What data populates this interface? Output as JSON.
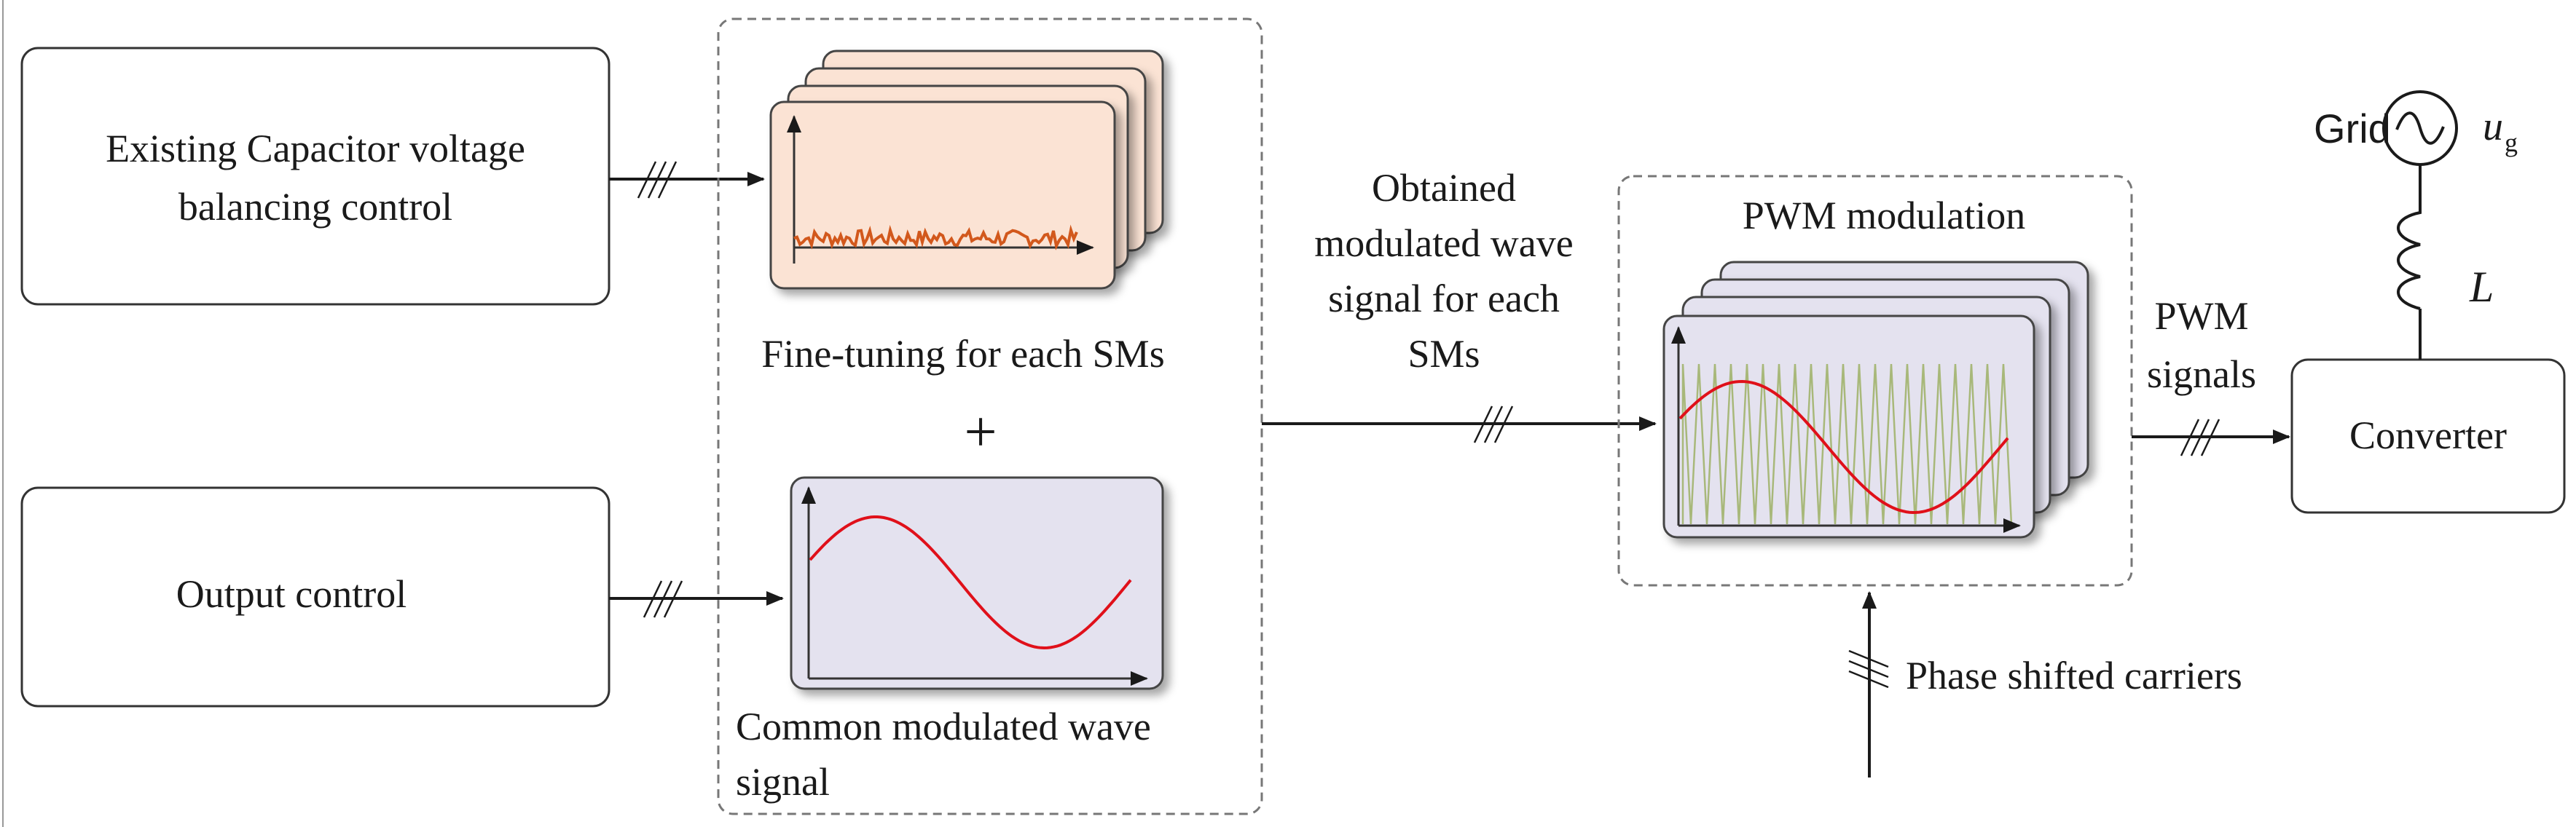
{
  "blocks": {
    "capacitor_control": {
      "line1": "Existing Capacitor voltage",
      "line2": "balancing control"
    },
    "output_control": "Output control",
    "converter": "Converter"
  },
  "fine_tuning": {
    "label": "Fine-tuning for each SMs"
  },
  "plus_sign": "+",
  "common_wave": {
    "line1": "Common modulated wave",
    "line2": "signal"
  },
  "obtained": {
    "line1": "Obtained",
    "line2": "modulated wave",
    "line3": "signal for each",
    "line4": "SMs"
  },
  "pwm_modulation": {
    "label": "PWM modulation"
  },
  "pwm_signals": {
    "line1": "PWM",
    "line2": "signals"
  },
  "phase_carriers": "Phase shifted carriers",
  "grid": {
    "label": "Grid",
    "voltage_symbol": "u",
    "voltage_subscript": "g",
    "inductor_symbol": "L"
  },
  "colors": {
    "line": "#1a1a1a",
    "dashed": "#777777",
    "fine_tuning_card": "#fbe3d4",
    "fine_tuning_noise": "#d2581c",
    "wave_card": "#e4e2ef",
    "sine": "#e0101a",
    "carrier": "#a8b87a"
  }
}
